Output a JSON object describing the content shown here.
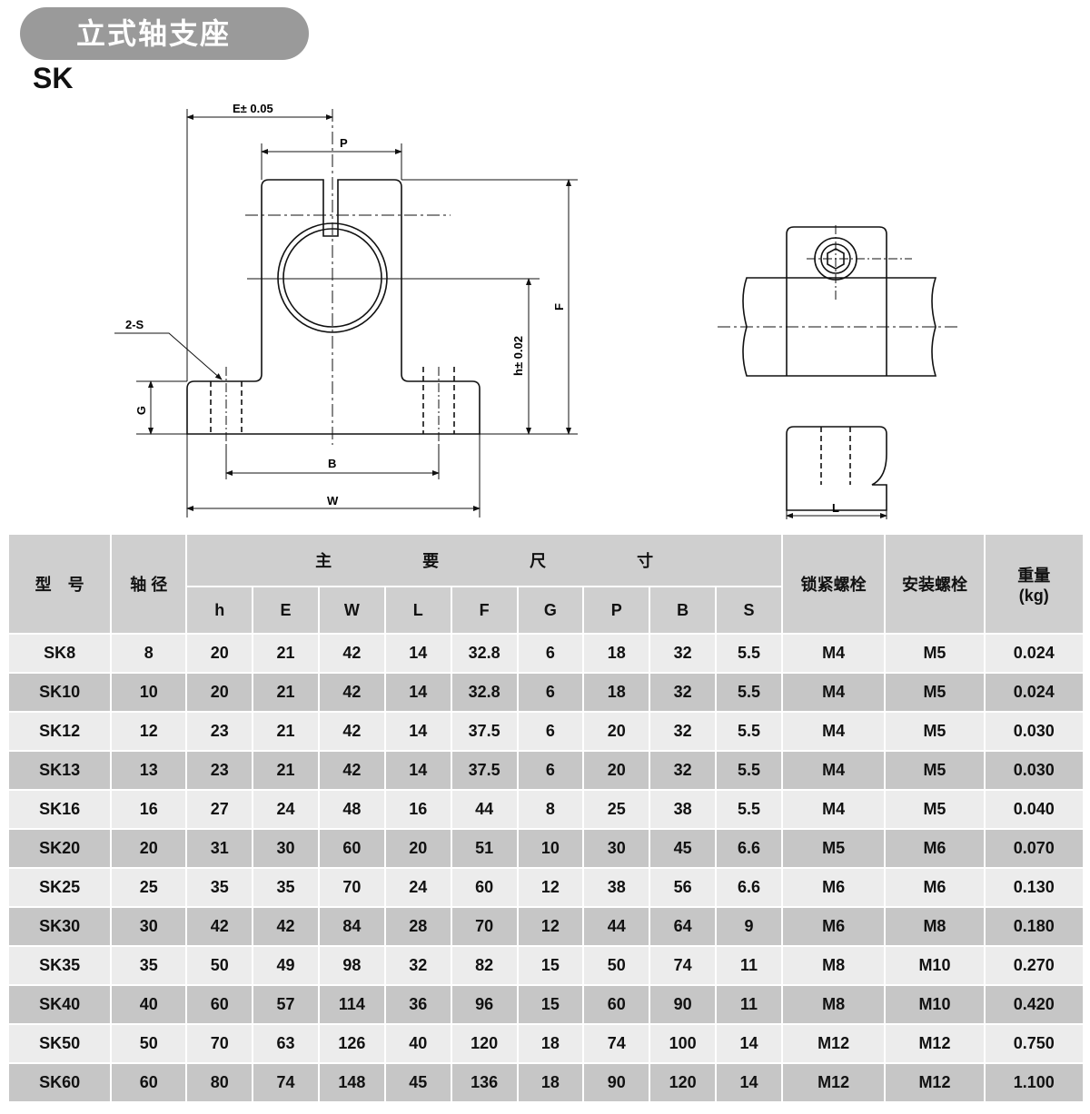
{
  "header": {
    "title": "立式轴支座",
    "model": "SK"
  },
  "drawing": {
    "labels": {
      "e": "E± 0.05",
      "p": "P",
      "s": "2-S",
      "g": "G",
      "b": "B",
      "w": "W",
      "h": "h± 0.02",
      "f": "F",
      "l": "L"
    }
  },
  "table": {
    "col_model": "型　号",
    "col_shaft": "轴 径",
    "main_group": [
      "主",
      "要",
      "尺",
      "寸"
    ],
    "col_lock_bolt": "锁紧螺栓",
    "col_mount_bolt": "安装螺栓",
    "col_weight_a": "重量",
    "col_weight_b": "(kg)",
    "sub_headers": [
      "h",
      "E",
      "W",
      "L",
      "F",
      "G",
      "P",
      "B",
      "S"
    ],
    "rows": [
      [
        "SK8",
        "8",
        "20",
        "21",
        "42",
        "14",
        "32.8",
        "6",
        "18",
        "32",
        "5.5",
        "M4",
        "M5",
        "0.024"
      ],
      [
        "SK10",
        "10",
        "20",
        "21",
        "42",
        "14",
        "32.8",
        "6",
        "18",
        "32",
        "5.5",
        "M4",
        "M5",
        "0.024"
      ],
      [
        "SK12",
        "12",
        "23",
        "21",
        "42",
        "14",
        "37.5",
        "6",
        "20",
        "32",
        "5.5",
        "M4",
        "M5",
        "0.030"
      ],
      [
        "SK13",
        "13",
        "23",
        "21",
        "42",
        "14",
        "37.5",
        "6",
        "20",
        "32",
        "5.5",
        "M4",
        "M5",
        "0.030"
      ],
      [
        "SK16",
        "16",
        "27",
        "24",
        "48",
        "16",
        "44",
        "8",
        "25",
        "38",
        "5.5",
        "M4",
        "M5",
        "0.040"
      ],
      [
        "SK20",
        "20",
        "31",
        "30",
        "60",
        "20",
        "51",
        "10",
        "30",
        "45",
        "6.6",
        "M5",
        "M6",
        "0.070"
      ],
      [
        "SK25",
        "25",
        "35",
        "35",
        "70",
        "24",
        "60",
        "12",
        "38",
        "56",
        "6.6",
        "M6",
        "M6",
        "0.130"
      ],
      [
        "SK30",
        "30",
        "42",
        "42",
        "84",
        "28",
        "70",
        "12",
        "44",
        "64",
        "9",
        "M6",
        "M8",
        "0.180"
      ],
      [
        "SK35",
        "35",
        "50",
        "49",
        "98",
        "32",
        "82",
        "15",
        "50",
        "74",
        "11",
        "M8",
        "M10",
        "0.270"
      ],
      [
        "SK40",
        "40",
        "60",
        "57",
        "114",
        "36",
        "96",
        "15",
        "60",
        "90",
        "11",
        "M8",
        "M10",
        "0.420"
      ],
      [
        "SK50",
        "50",
        "70",
        "63",
        "126",
        "40",
        "120",
        "18",
        "74",
        "100",
        "14",
        "M12",
        "M12",
        "0.750"
      ],
      [
        "SK60",
        "60",
        "80",
        "74",
        "148",
        "45",
        "136",
        "18",
        "90",
        "120",
        "14",
        "M12",
        "M12",
        "1.100"
      ]
    ]
  }
}
